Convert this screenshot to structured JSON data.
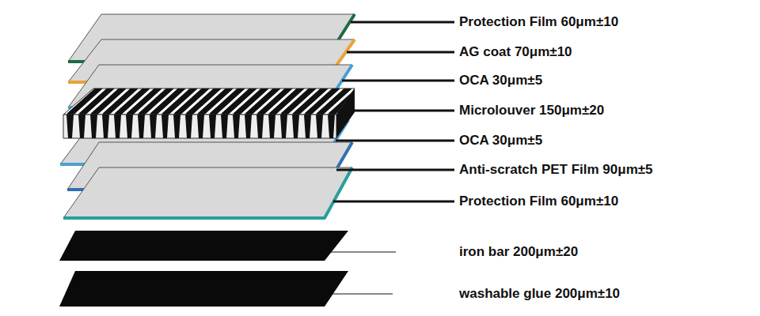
{
  "diagram": {
    "labels": [
      "Protection Film 60μm±10",
      "AG coat 70μm±10",
      "OCA 30μm±5",
      "Microlouver 150μm±20",
      "OCA  30μm±5",
      "Anti-scratch PET Film 90μm±5",
      "Protection Film 60μm±10",
      "iron bar 200μm±20",
      "washable glue 200μm±10"
    ]
  }
}
